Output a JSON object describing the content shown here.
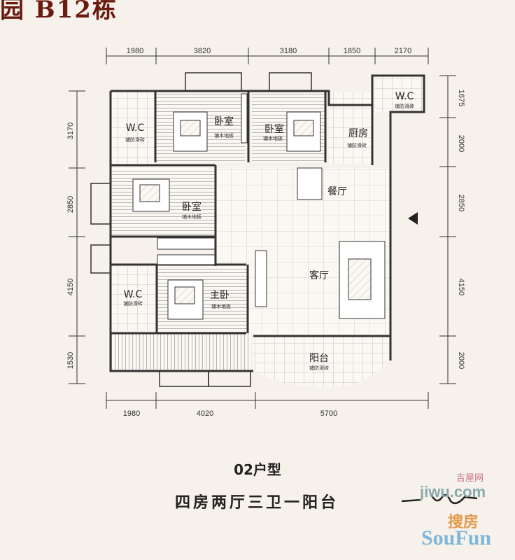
{
  "header": {
    "title": "园 B12栋"
  },
  "dimensions": {
    "top": [
      "1980",
      "3820",
      "3180",
      "1850",
      "2170"
    ],
    "bottom": [
      "1980",
      "4020",
      "5700"
    ],
    "left": [
      "3170",
      "2850",
      "4150",
      "1530"
    ],
    "right": [
      "1675",
      "2000",
      "2850",
      "4150",
      "2000"
    ]
  },
  "rooms": {
    "wc_upper_left": "W.C",
    "bedroom_1": "卧室",
    "bedroom_2": "卧室",
    "wc_upper_right": "W.C",
    "kitchen": "厨房",
    "dining": "餐厅",
    "bedroom_3": "卧室",
    "living": "客厅",
    "wc_lower_left": "W.C",
    "master_bedroom": "主卧",
    "balcony": "阳台"
  },
  "floor_notes": {
    "wood": "铺木地板",
    "tile": "铺防滑砖"
  },
  "unit": {
    "type": "02户型",
    "description": "四房两厅三卫一阳台"
  },
  "watermarks": {
    "jiwu_cn": "吉屋网",
    "jiwu": "jiwu.com",
    "soufun_cn": "搜房",
    "soufun": "SouFun"
  },
  "colors": {
    "background": "#f6f1ea",
    "title": "#6b1a10",
    "wall": "#333333"
  }
}
